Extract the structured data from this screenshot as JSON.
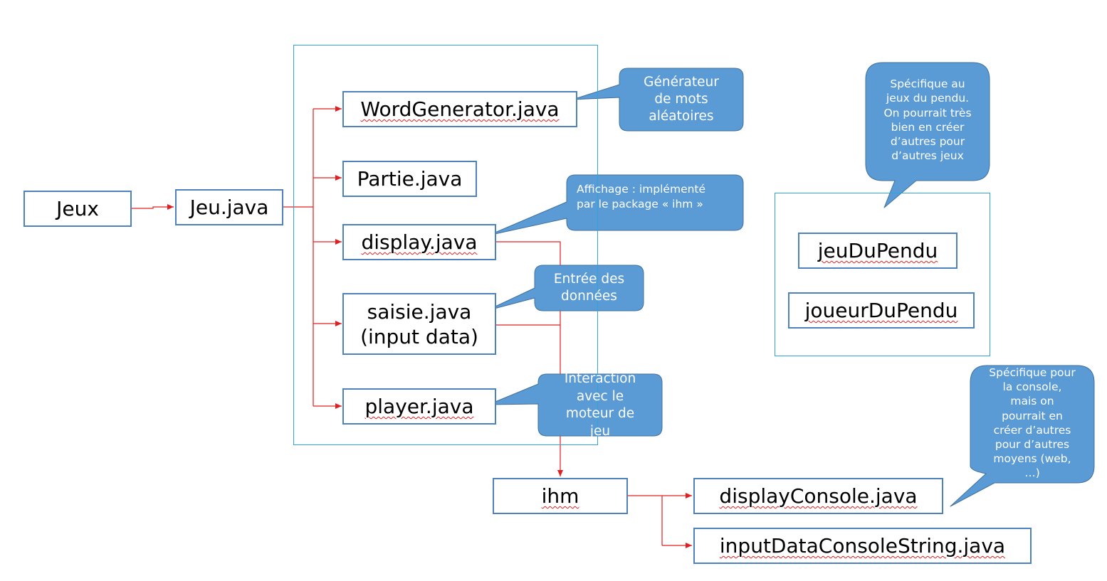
{
  "colors": {
    "node_border": "#4f81bd",
    "group_border": "#2fa5d8",
    "connector": "#e02020",
    "callout_fill": "#5b9bd5",
    "callout_stroke": "#41719c",
    "callout_text": "#ffffff"
  },
  "nodes": {
    "jeux": "Jeux",
    "jeu_java": "Jeu.java",
    "word_generator": "WordGenerator.java",
    "partie": "Partie.java",
    "display": "display.java",
    "saisie_line1": "saisie.java",
    "saisie_line2": "(input data)",
    "player": "player.java",
    "ihm": "ihm",
    "display_console": "displayConsole.java",
    "input_data_console": "inputDataConsoleString.java",
    "jeu_du_pendu": "jeuDuPendu",
    "joueur_du_pendu": "joueurDuPendu"
  },
  "callouts": {
    "generateur": [
      "Générateur",
      "de mots",
      "aléatoires"
    ],
    "affichage": [
      "Affichage : implémenté",
      "par le package « ihm »"
    ],
    "entree": [
      "Entrée des",
      "données"
    ],
    "interaction": [
      "Interaction",
      "avec le",
      "moteur de",
      "jeu"
    ],
    "specifique_pendu": [
      "Spécifique au",
      "jeux du pendu.",
      "On pourrait très",
      "bien en créer",
      "d’autres pour",
      "d’autres jeux"
    ],
    "specifique_console": [
      "Spécifique pour",
      "la console,",
      "mais on",
      "pourrait en",
      "créer d’autres",
      "pour d’autres",
      "moyens (web,",
      "…)"
    ]
  }
}
